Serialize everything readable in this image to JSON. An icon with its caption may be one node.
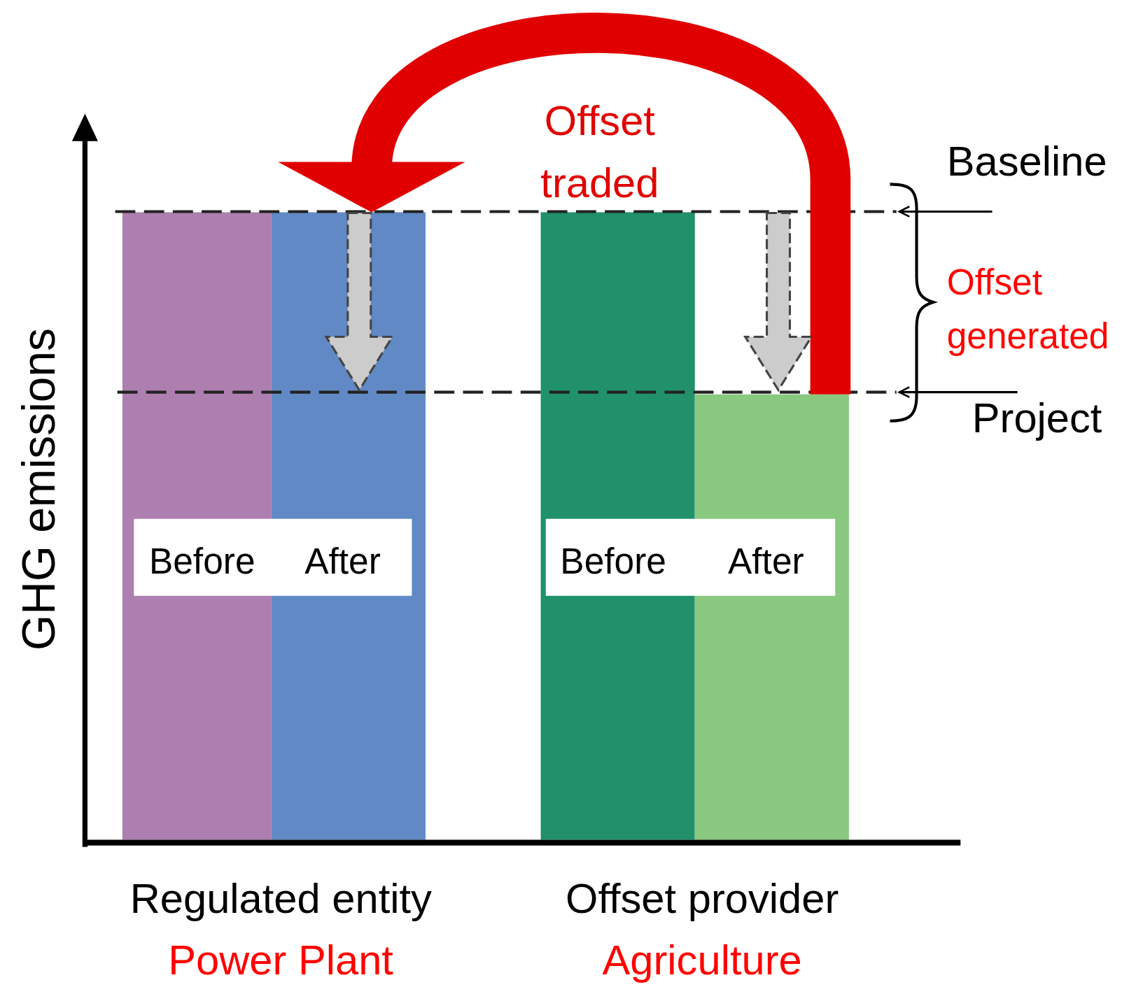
{
  "diagram": {
    "nodes": [
      {
        "text": [],
        "shape": "bar"
      },
      {
        "text": [],
        "shape": "bar"
      },
      {
        "text": [],
        "shape": "bar"
      },
      {
        "text": [],
        "shape": "bar"
      },
      {
        "text": [
          "Baseline"
        ]
      },
      {
        "text": [
          "Project"
        ]
      },
      {
        "text": [],
        "shape": "line"
      },
      {
        "text": [],
        "shape": "line"
      }
    ],
    "edges": [
      {
        "from": 3,
        "to": 1,
        "arrow": "to",
        "label": "Offset traded",
        "style": "thick",
        "color": "#e00000"
      },
      {
        "from": 4,
        "to": 6,
        "arrow": "to"
      },
      {
        "from": 5,
        "to": 7,
        "arrow": "to"
      },
      {
        "from": 6,
        "to": 7,
        "arrow": "to",
        "style": "dashed",
        "color": "#cccccc"
      },
      {
        "from": 6,
        "to": 7,
        "arrow": "to",
        "style": "dashed",
        "color": "#cccccc"
      }
    ],
    "labels": [
      "GHG emissions",
      "Offset generated",
      "Before",
      "After",
      "Before",
      "After",
      "Regulated entity",
      "Power Plant",
      "Offset provider",
      "Agriculture"
    ]
  }
}
